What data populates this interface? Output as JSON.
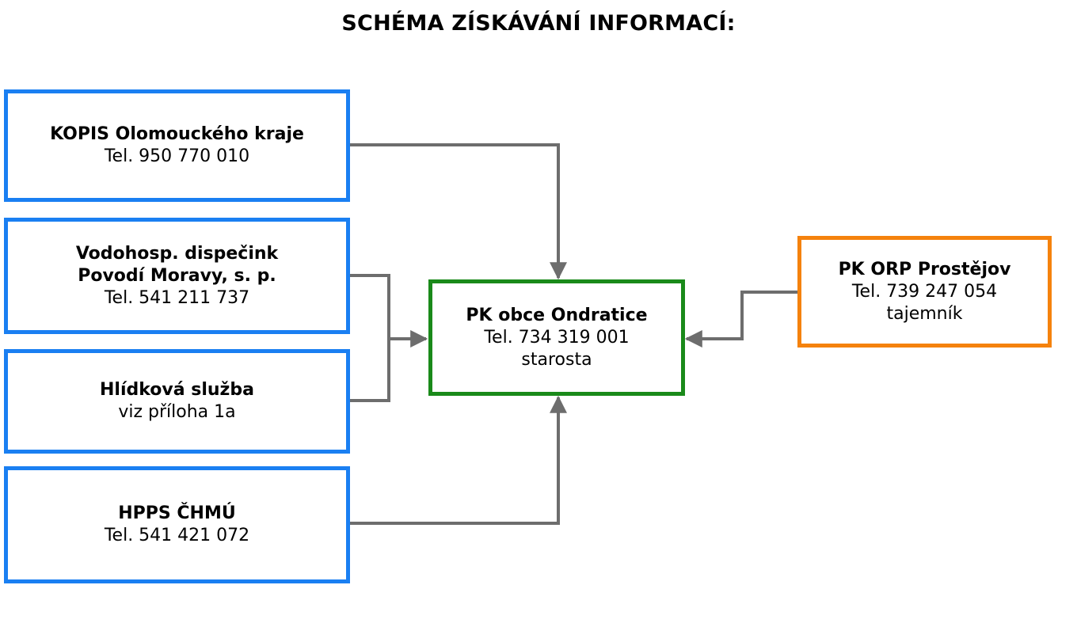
{
  "title": "SCHÉMA ZÍSKÁVÁNÍ INFORMACÍ:",
  "colors": {
    "source_border": "#1a7ff2",
    "center_border": "#1a8a1a",
    "orp_border": "#f5820d",
    "connector": "#6d6d6d"
  },
  "nodes": {
    "kopis": {
      "name": "KOPIS Olomouckého kraje",
      "lines": [
        "Tel. 950 770 010"
      ]
    },
    "povodi": {
      "name": [
        "Vodohosp. dispečink",
        "Povodí Moravy, s. p."
      ],
      "lines": [
        "Tel. 541 211 737"
      ]
    },
    "hlidka": {
      "name": "Hlídková služba",
      "lines": [
        "viz příloha 1a"
      ]
    },
    "chmu": {
      "name": "HPPS ČHMÚ",
      "lines": [
        "Tel. 541 421 072"
      ]
    },
    "obec": {
      "name": "PK obce Ondratice",
      "lines": [
        "Tel. 734 319 001",
        "starosta"
      ]
    },
    "orp": {
      "name": "PK ORP Prostějov",
      "lines": [
        "Tel. 739 247 054",
        "tajemník"
      ]
    }
  },
  "edges": [
    {
      "from": "kopis",
      "to": "obec"
    },
    {
      "from": "povodi",
      "to": "obec"
    },
    {
      "from": "hlidka",
      "to": "obec"
    },
    {
      "from": "chmu",
      "to": "obec"
    },
    {
      "from": "orp",
      "to": "obec"
    }
  ]
}
